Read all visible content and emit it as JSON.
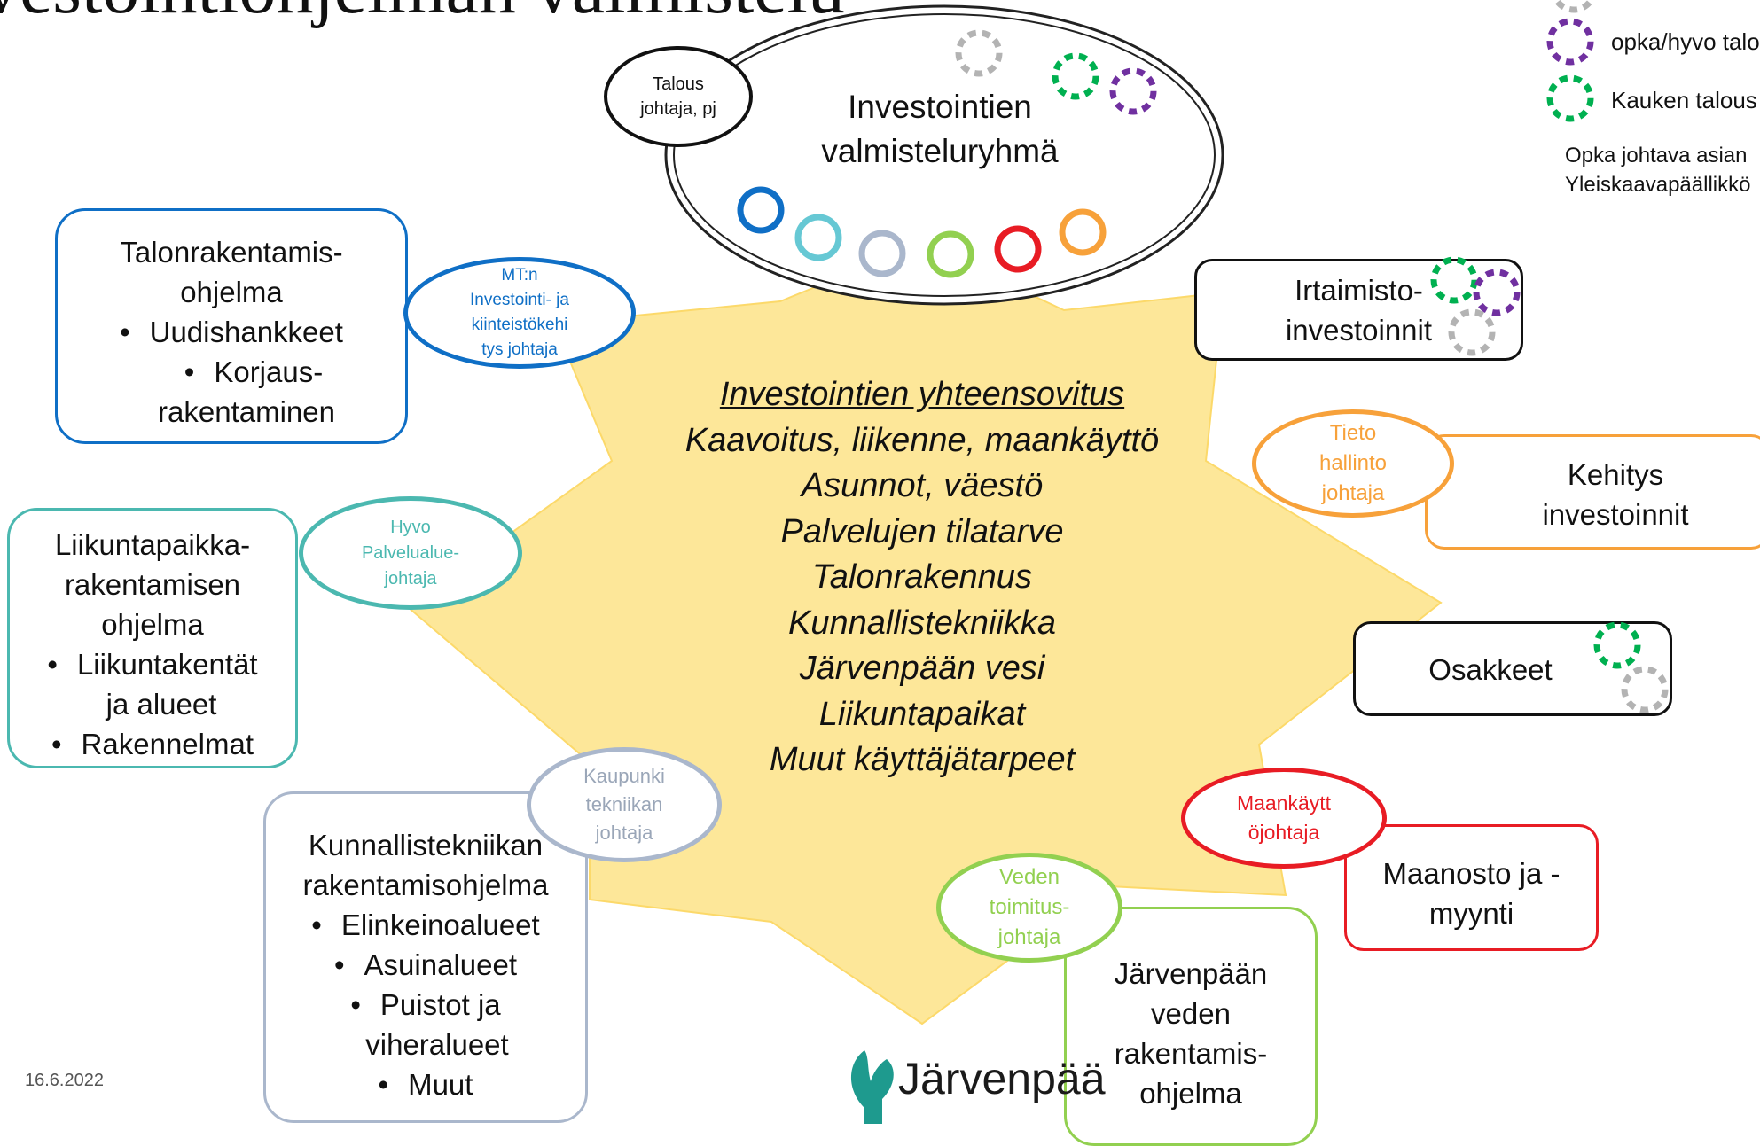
{
  "slide": {
    "title": "vestointiohjelman valmistelu",
    "date": "16.6.2022",
    "logo_text": "Järvenpää"
  },
  "center": {
    "lines": [
      "Investointien yhteensovitus",
      "Kaavoitus, liikenne, maankäyttö",
      "Asunnot, väestö",
      "Palvelujen tilatarve",
      "Talonrakennus",
      "Kunnallistekniikka",
      "Järvenpään vesi",
      "Liikuntapaikat",
      "Muut käyttäjätarpeet"
    ]
  },
  "group": {
    "name_line1": "Investointien",
    "name_line2": "valmisteluryhmä",
    "chair_line1": "Talous",
    "chair_line2": "johtaja, pj"
  },
  "programs": {
    "talonrakentaminen": {
      "head1": "Talonrakentamis-",
      "head2": "ohjelma",
      "bullets": [
        "Uudishankkeet",
        "Korjaus-",
        "rakentaminen"
      ]
    },
    "liikuntapaikka": {
      "head1": "Liikuntapaikka-",
      "head2": "rakentamisen",
      "head3": "ohjelma",
      "bullets": [
        "Liikuntakentät",
        "ja alueet",
        "Rakennelmat"
      ]
    },
    "kunnallistekniikka": {
      "head1": "Kunnallistekniikan",
      "head2": "rakentamisohjelma",
      "bullets": [
        "Elinkeinoalueet",
        "Asuinalueet",
        "Puistot ja",
        "viheralueet",
        "Muut"
      ]
    },
    "irtaimisto": {
      "line1": "Irtaimisto-",
      "line2": "investoinnit"
    },
    "kehitys": {
      "line1": "Kehitys",
      "line2": "investoinnit"
    },
    "osakkeet": {
      "line1": "Osakkeet"
    },
    "maanosto": {
      "line1": "Maanosto ja -",
      "line2": "myynti"
    },
    "vesi": {
      "line1": "Järvenpään",
      "line2": "veden",
      "line3": "rakentamis-",
      "line4": "ohjelma"
    }
  },
  "roles": {
    "mt": {
      "l1": "MT:n",
      "l2": "Investointi- ja",
      "l3": "kiinteistökehi",
      "l4": "tys johtaja",
      "color": "#0f6fc6"
    },
    "hyvo": {
      "l1": "Hyvo",
      "l2": "Palvelualue-",
      "l3": "johtaja",
      "color": "#4bb8b0"
    },
    "kaupunki": {
      "l1": "Kaupunki",
      "l2": "tekniikan",
      "l3": "johtaja",
      "color": "#aab7cc"
    },
    "vesi": {
      "l1": "Veden",
      "l2": "toimitus-",
      "l3": "johtaja",
      "color": "#92d050"
    },
    "maankaytto": {
      "l1": "Maankäytt",
      "l2": "öjohtaja",
      "color": "#e81c24"
    },
    "tieto": {
      "l1": "Tieto",
      "l2": "hallinto",
      "l3": "johtaja",
      "color": "#f7a13a"
    }
  },
  "legend": {
    "purple_label": "opka/hyvo talo",
    "green_label": "Kauken talous",
    "note1": "Opka johtava asian",
    "note2": "Yleiskaavapäällikkö"
  },
  "colors": {
    "star": "#fde799",
    "gray_dot": "#b3b3b3",
    "purple_dot": "#7030a0",
    "green_dot": "#00b050"
  }
}
